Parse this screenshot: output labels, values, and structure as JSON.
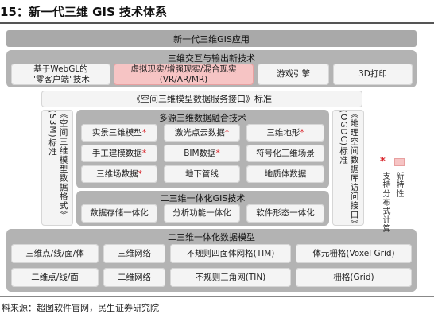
{
  "title": "15：新一代三维 GIS 技术体系",
  "top_bar": "新一代三维GIS应用",
  "interaction": {
    "title": "三维交互与输出新技术",
    "items": [
      "基于WebGL的\n\"零客户端\"技术",
      "虚拟现实/增强现实/混合现实\n(VR/AR/MR)",
      "游戏引擎",
      "3D打印"
    ]
  },
  "service_bar": "《空间三维模型数据服务接口》标准",
  "left_standard": "《空间三维模型数据格式》(S3M)标准",
  "right_standard": "《地理空间数据库访问接口》(OGDC)标准",
  "fusion": {
    "title": "多源三维数据融合技术",
    "items": [
      {
        "label": "实景三维模型",
        "star": "*"
      },
      {
        "label": "激光点云数据",
        "star": "*"
      },
      {
        "label": "三维地形",
        "star": "*"
      },
      {
        "label": "手工建模数据",
        "star": "*"
      },
      {
        "label": "BIM数据",
        "star": "*"
      },
      {
        "label": "符号化三维场景",
        "star": ""
      },
      {
        "label": "三维场数据",
        "star": "*"
      },
      {
        "label": "地下管线",
        "star": ""
      },
      {
        "label": "地质体数据",
        "star": ""
      }
    ]
  },
  "gis_tech": {
    "title": "二三维一体化GIS技术",
    "items": [
      "数据存储一体化",
      "分析功能一体化",
      "软件形态一体化"
    ]
  },
  "data_model": {
    "title": "二三维一体化数据模型",
    "items": [
      "三维点/线/面/体",
      "三维网络",
      "不规则四面体网格(TIM)",
      "体元栅格(Voxel Grid)",
      "二维点/线/面",
      "二维网络",
      "不规则三角网(TIN)",
      "栅格(Grid)"
    ]
  },
  "legend": {
    "star": "*",
    "new_feature": "新特性",
    "distributed": "支持分布式计算"
  },
  "colors": {
    "highlight": "#f6c4c4",
    "star": "#d9262c"
  },
  "source": "料来源：超图软件官网，民生证券研究院"
}
